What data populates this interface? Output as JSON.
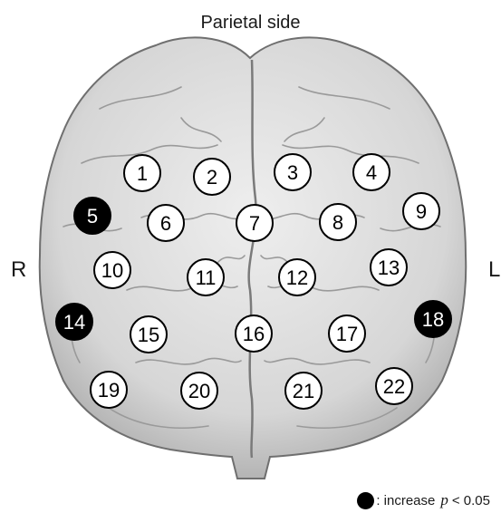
{
  "figure": {
    "top_label": "Parietal side",
    "right_hemisphere_label": "R",
    "left_hemisphere_label": "L",
    "colors": {
      "increase": "#000000",
      "normal": "#ffffff",
      "brain": "#d9d9d9"
    },
    "channels": [
      {
        "number": "1",
        "significant": false
      },
      {
        "number": "2",
        "significant": false
      },
      {
        "number": "3",
        "significant": false
      },
      {
        "number": "4",
        "significant": false
      },
      {
        "number": "5",
        "significant": true
      },
      {
        "number": "6",
        "significant": false
      },
      {
        "number": "7",
        "significant": false
      },
      {
        "number": "8",
        "significant": false
      },
      {
        "number": "9",
        "significant": false
      },
      {
        "number": "10",
        "significant": false
      },
      {
        "number": "11",
        "significant": false
      },
      {
        "number": "12",
        "significant": false
      },
      {
        "number": "13",
        "significant": false
      },
      {
        "number": "14",
        "significant": true
      },
      {
        "number": "15",
        "significant": false
      },
      {
        "number": "16",
        "significant": false
      },
      {
        "number": "17",
        "significant": false
      },
      {
        "number": "18",
        "significant": true
      },
      {
        "number": "19",
        "significant": false
      },
      {
        "number": "20",
        "significant": false
      },
      {
        "number": "21",
        "significant": false
      },
      {
        "number": "22",
        "significant": false
      }
    ],
    "legend": {
      "text": ": increase",
      "stat_symbol": "p",
      "stat_threshold": "< 0.05"
    }
  }
}
